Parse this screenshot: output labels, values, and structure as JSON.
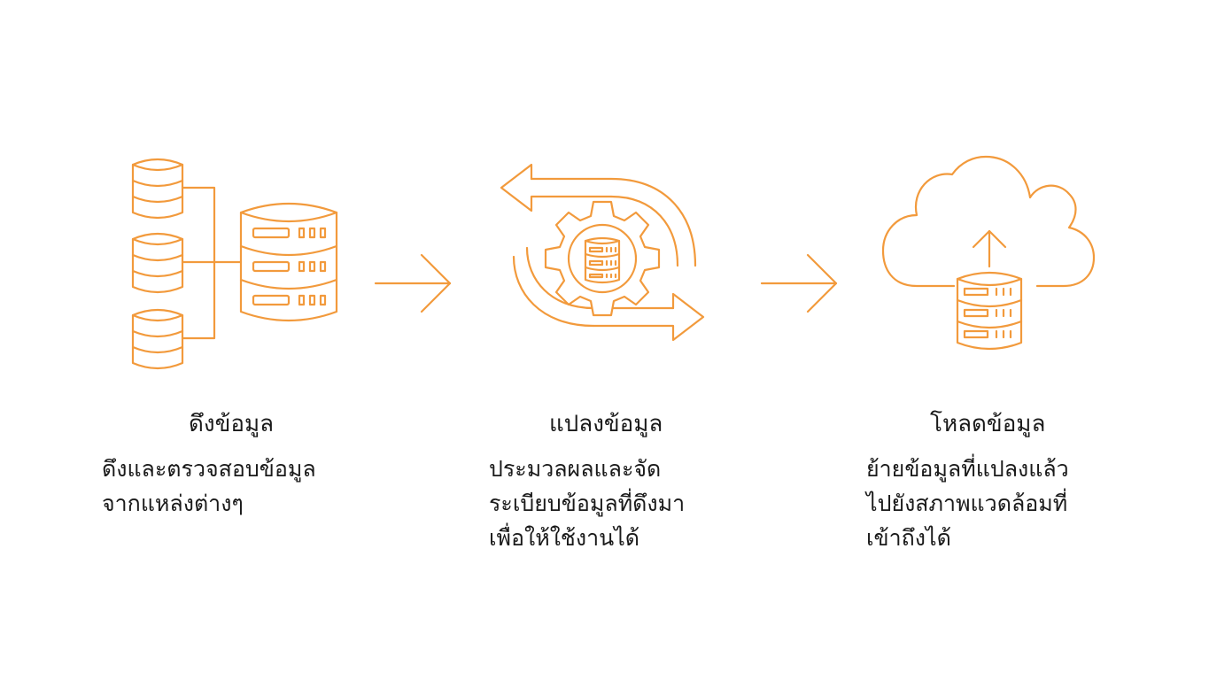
{
  "accent_color": "#f29a3c",
  "text_color": "#1a1a1a",
  "steps": [
    {
      "icon": "database-merge-icon",
      "title": "ดึงข้อมูล",
      "desc": [
        "ดึงและตรวจสอบข้อมูล",
        "จากแหล่งต่างๆ"
      ]
    },
    {
      "icon": "gear-cycle-database-icon",
      "title": "แปลงข้อมูล",
      "desc": [
        "ประมวลผลและจัด",
        "ระเบียบข้อมูลที่ดึงมา",
        "เพื่อให้ใช้งานได้"
      ]
    },
    {
      "icon": "cloud-upload-database-icon",
      "title": "โหลดข้อมูล",
      "desc": [
        "ย้ายข้อมูลที่แปลงแล้ว",
        "ไปยังสภาพแวดล้อมที่",
        "เข้าถึงได้"
      ]
    }
  ],
  "connectors": [
    "arrow-right-icon",
    "arrow-right-icon"
  ]
}
